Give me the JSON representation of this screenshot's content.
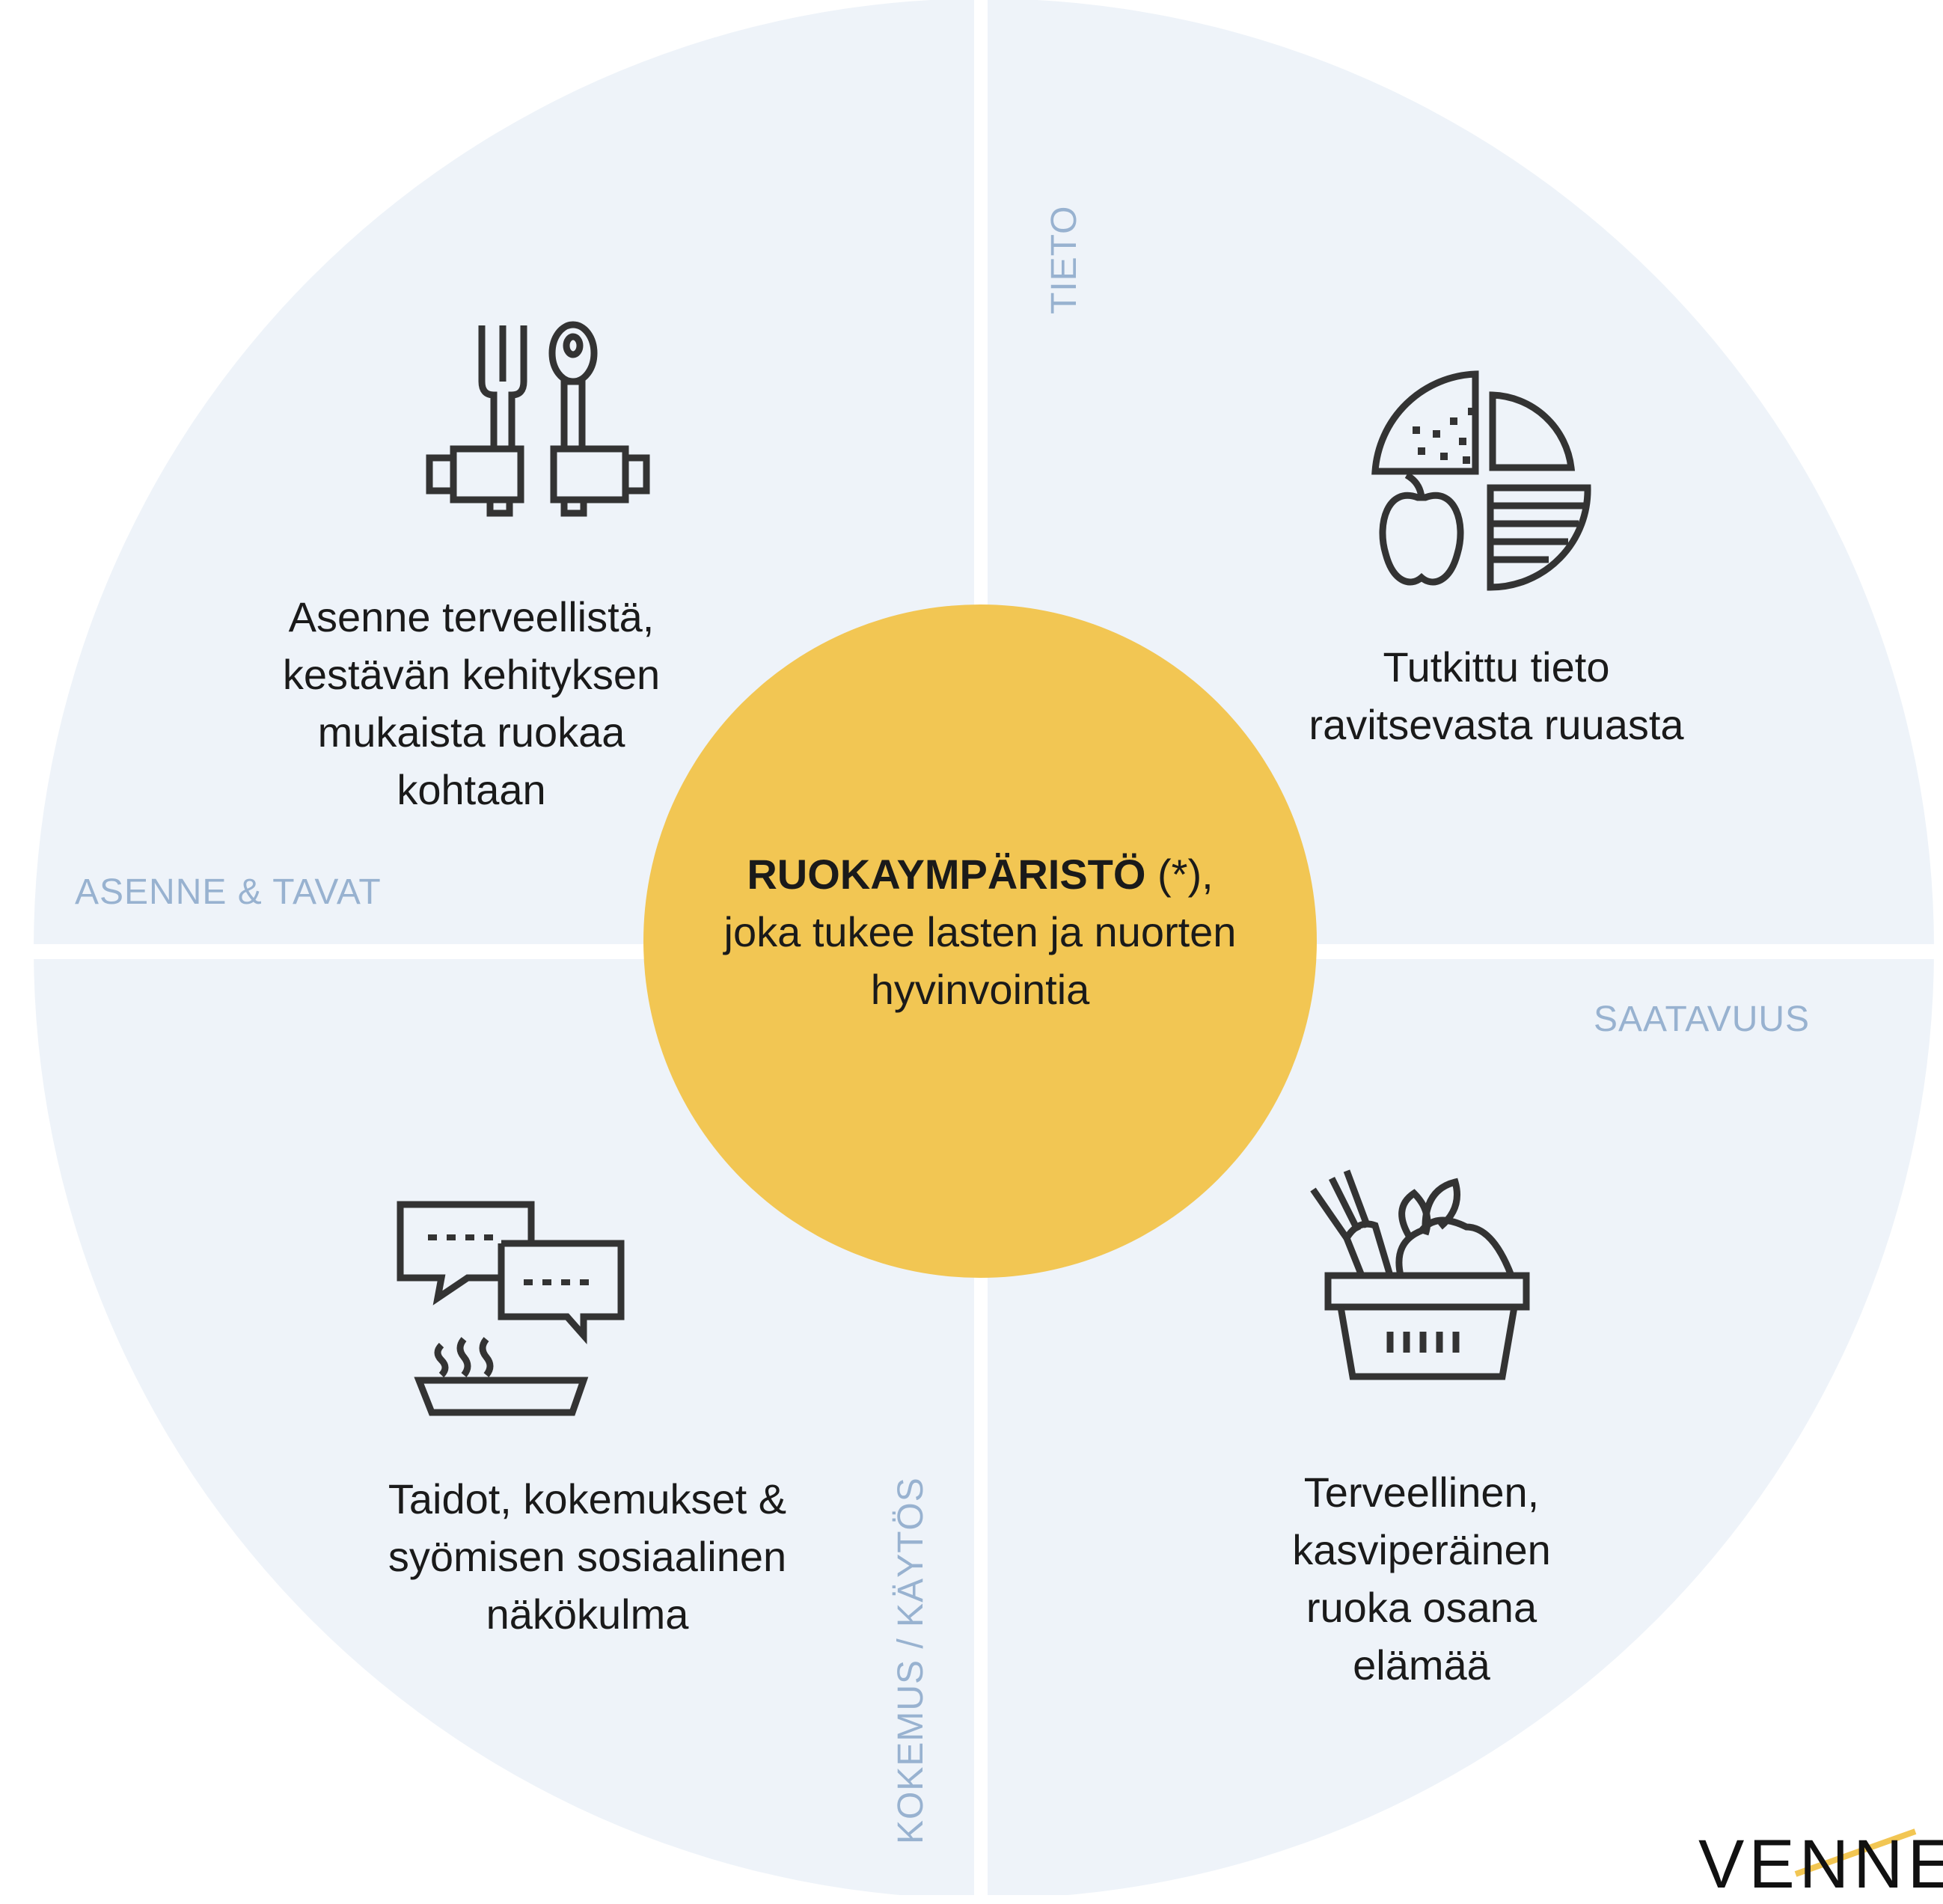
{
  "colors": {
    "quadrant": "#eef3f9",
    "center": "#f2c653",
    "category_label": "#98b2d0",
    "icon_stroke": "#333333",
    "text": "#1a1a1a",
    "logo_accent": "#f2c653"
  },
  "center": {
    "title": "RUOKAYMPÄRISTÖ",
    "title_suffix": " (*),",
    "line2": "joka tukee lasten ja nuorten",
    "line3": "hyvinvointia"
  },
  "categories": {
    "top_left": "ASENNE & TAVAT",
    "top_right": "TIETO",
    "bottom_right": "SAATAVUUS",
    "bottom_left": "KOKEMUS / KÄYTÖS"
  },
  "quadrants": {
    "top_left": {
      "icon": "cutlery-hands-icon",
      "lines": [
        "Asenne terveellistä,",
        "kestävän kehityksen",
        "mukaista ruokaa",
        "kohtaan"
      ]
    },
    "top_right": {
      "icon": "nutrition-plate-icon",
      "lines": [
        "Tutkittu tieto",
        "ravitsevasta ruuasta"
      ]
    },
    "bottom_left": {
      "icon": "chat-hot-dish-icon",
      "lines": [
        "Taidot, kokemukset &",
        "syömisen sosiaalinen",
        "näkökulma"
      ]
    },
    "bottom_right": {
      "icon": "vegetable-basket-icon",
      "lines": [
        "Terveellinen,",
        "kasviperäinen",
        "ruoka osana",
        "elämää"
      ]
    }
  },
  "logo": {
    "text": "VENNER"
  }
}
